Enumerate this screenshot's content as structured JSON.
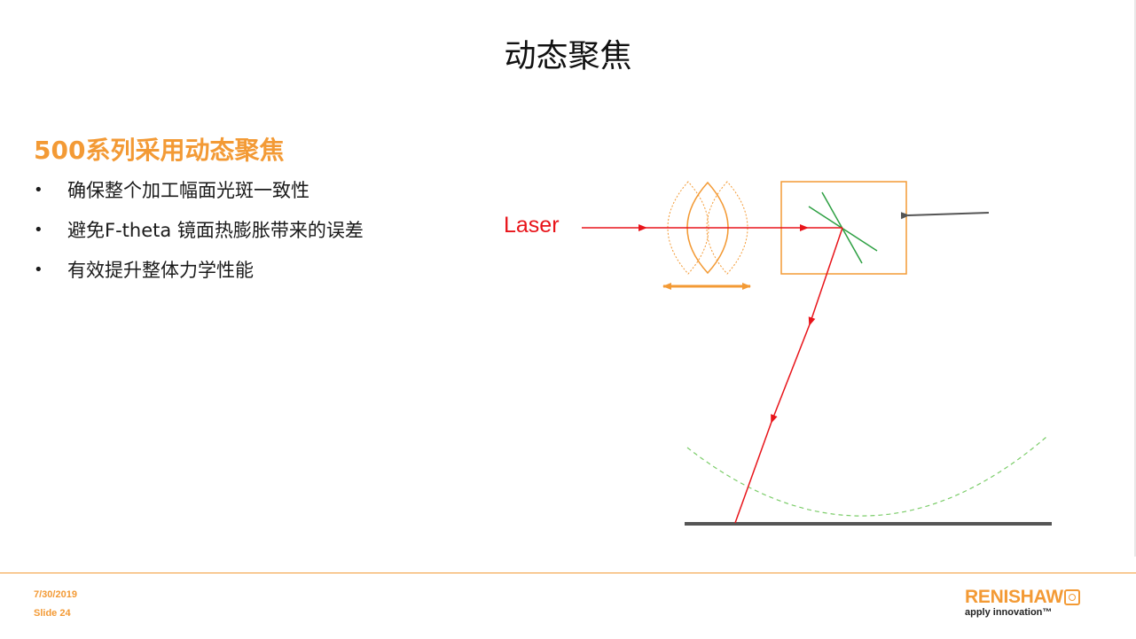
{
  "slide": {
    "title": "动态聚焦",
    "subtitle": "500系列采用动态聚焦",
    "bullets": [
      "确保整个加工幅面光斑一致性",
      "避免F-theta 镜面热膨胀带来的误差",
      "有效提升整体力学性能"
    ],
    "bullet_symbol": "•"
  },
  "diagram": {
    "laser_label": "Laser",
    "colors": {
      "laser": "#e8141a",
      "lens": "#f39a35",
      "mirror": "#2ea043",
      "focus_curve": "#7ccd6a",
      "base": "#555555",
      "arrow": "#555555"
    }
  },
  "footer": {
    "date": "7/30/2019",
    "slide_number": "Slide 24",
    "logo_word": "RENISHAW",
    "logo_tagline": "apply innovation™",
    "accent": "#f39a35"
  }
}
